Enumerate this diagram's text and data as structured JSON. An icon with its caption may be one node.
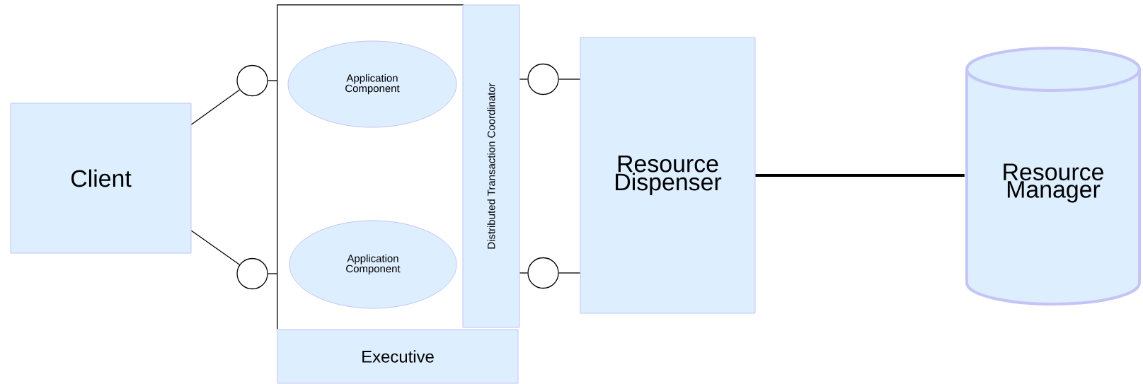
{
  "diagram": {
    "nodes": [
      {
        "text": [
          "Client"
        ]
      },
      {
        "text": [],
        "shape": "box"
      },
      {
        "text": [
          "Application Component"
        ],
        "in": 1
      },
      {
        "text": [
          "Application Component"
        ],
        "in": 1
      },
      {
        "text": [
          "Distributed Transaction Coordinator"
        ]
      },
      {
        "text": [
          "Executive"
        ]
      },
      {
        "text": [
          "Resource Dispenser"
        ]
      },
      {
        "text": [
          "Resource Manager"
        ]
      },
      {
        "text": [],
        "shape": "circle"
      },
      {
        "text": [],
        "shape": "circle"
      },
      {
        "text": [],
        "shape": "circle"
      },
      {
        "text": [],
        "shape": "circle"
      }
    ],
    "edges": [
      {
        "from": 0,
        "to": 8,
        "arrow": "none"
      },
      {
        "from": 8,
        "to": 1,
        "arrow": "none"
      },
      {
        "from": 0,
        "to": 9,
        "arrow": "none"
      },
      {
        "from": 9,
        "to": 1,
        "arrow": "none"
      },
      {
        "from": 4,
        "to": 10,
        "arrow": "none"
      },
      {
        "from": 10,
        "to": 6,
        "arrow": "none"
      },
      {
        "from": 4,
        "to": 11,
        "arrow": "none"
      },
      {
        "from": 11,
        "to": 6,
        "arrow": "none"
      },
      {
        "from": 6,
        "to": 7,
        "arrow": "none",
        "style": "thick"
      }
    ]
  }
}
